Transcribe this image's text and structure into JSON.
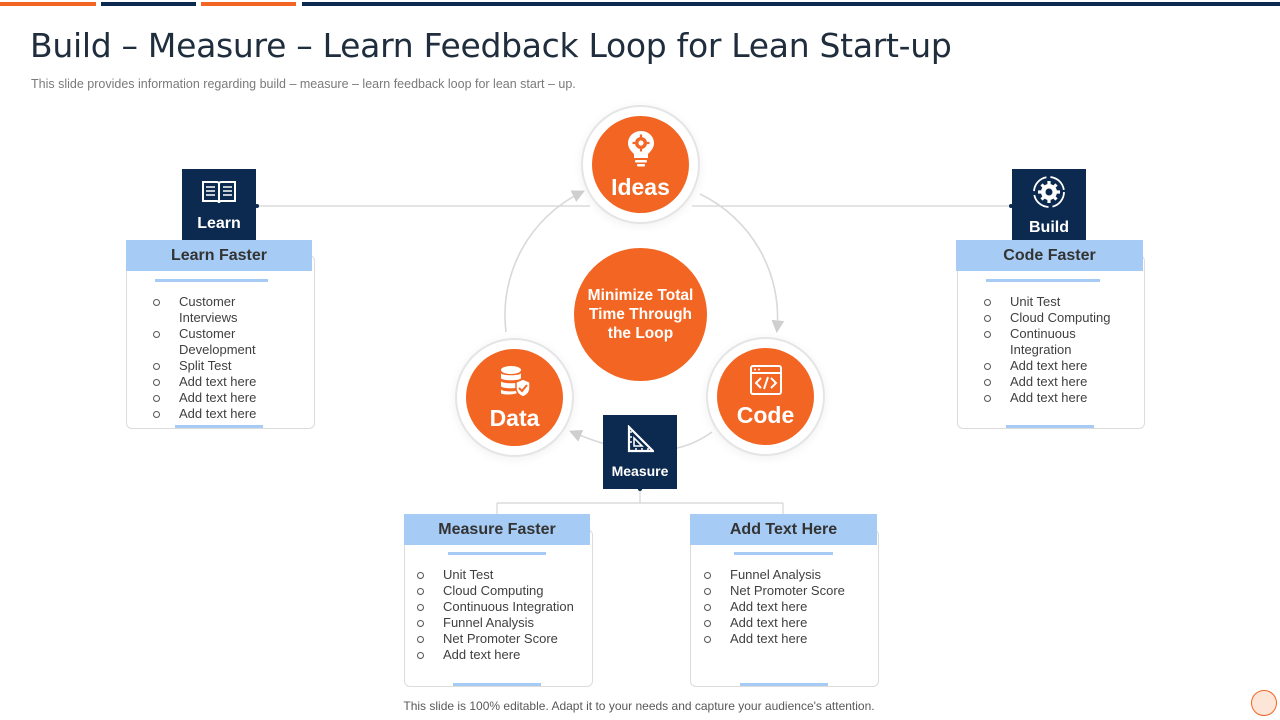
{
  "header": {
    "title": "Build – Measure – Learn Feedback Loop for Lean Start-up",
    "subtitle": "This slide provides information regarding build – measure – learn feedback loop for lean start – up."
  },
  "loop": {
    "center_label": "Minimize Total Time Through the Loop",
    "stages": [
      {
        "label": "Ideas",
        "icon": "lightbulb-gear-icon"
      },
      {
        "label": "Code",
        "icon": "code-window-icon"
      },
      {
        "label": "Data",
        "icon": "database-shield-icon"
      }
    ]
  },
  "phases": {
    "learn": {
      "label": "Learn",
      "icon": "open-book-icon"
    },
    "build": {
      "label": "Build",
      "icon": "gear-cycle-icon"
    },
    "measure": {
      "label": "Measure",
      "icon": "set-square-icon"
    }
  },
  "cards": {
    "learn_faster": {
      "title": "Learn Faster",
      "items": [
        "Customer Interviews",
        "Customer Development",
        "Split Test",
        "Add text here",
        "Add text here",
        "Add text here"
      ]
    },
    "code_faster": {
      "title": "Code Faster",
      "items": [
        "Unit Test",
        "Cloud Computing",
        "Continuous Integration",
        "Add text here",
        "Add text here",
        "Add text here"
      ]
    },
    "measure_faster": {
      "title": "Measure Faster",
      "items": [
        "Unit Test",
        "Cloud Computing",
        "Continuous Integration",
        "Funnel Analysis",
        "Net Promoter Score",
        "Add text here"
      ]
    },
    "add_text_here": {
      "title": "Add Text Here",
      "items": [
        "Funnel Analysis",
        "Net Promoter Score",
        "Add text here",
        "Add text here",
        "Add text here"
      ]
    }
  },
  "footer": {
    "note": "This slide is 100% editable. Adapt it to your needs and capture your audience's attention."
  },
  "colors": {
    "accent_orange": "#f26522",
    "navy": "#0c2a4f",
    "card_header_blue": "#a6cbf4",
    "connector_gray": "#d4d4d4"
  }
}
